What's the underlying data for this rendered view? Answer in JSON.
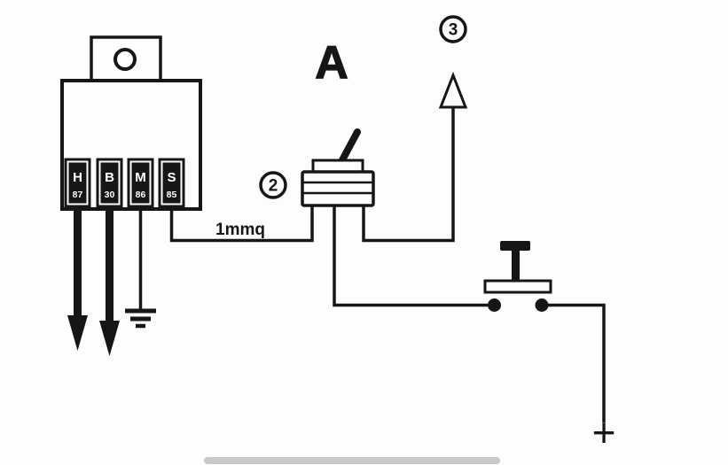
{
  "relay": {
    "terminals": [
      {
        "letter": "H",
        "number": "87"
      },
      {
        "letter": "B",
        "number": "30"
      },
      {
        "letter": "M",
        "number": "86"
      },
      {
        "letter": "S",
        "number": "85"
      }
    ]
  },
  "labels": {
    "switch": "A",
    "callout_switch": "2",
    "callout_output": "3",
    "wire_gauge": "1mmq",
    "positive": "+"
  },
  "colors": {
    "ink": "#161616",
    "paper": "#fdfdfd"
  }
}
